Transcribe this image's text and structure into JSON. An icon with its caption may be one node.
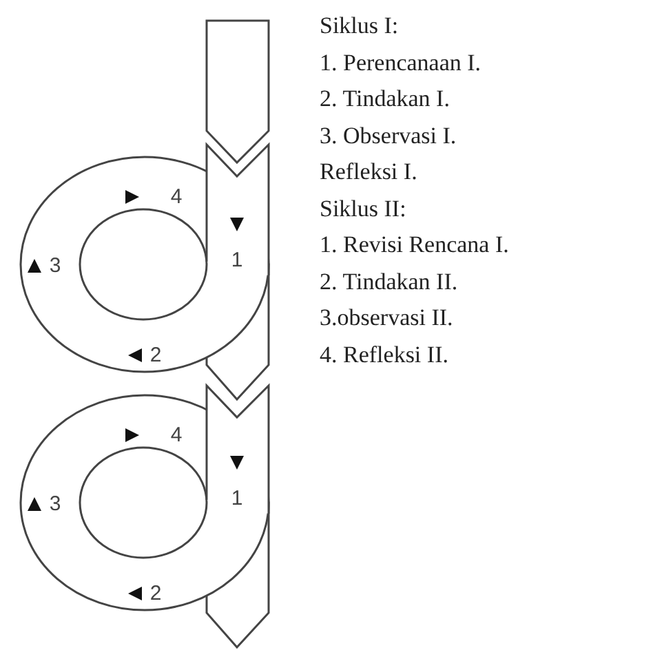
{
  "diagram": {
    "labels": [
      "4",
      "3",
      "1",
      "2",
      "4",
      "3",
      "1",
      "2",
      "Siklus I:",
      "1. Perencanaan I.",
      "2. Tindakan I.",
      "3. Observasi I.",
      "Refleksi I.",
      "Siklus II:",
      "1. Revisi Rencana I.",
      "2. Tindakan II.",
      "3.observasi II.",
      "4. Refleksi II."
    ]
  }
}
